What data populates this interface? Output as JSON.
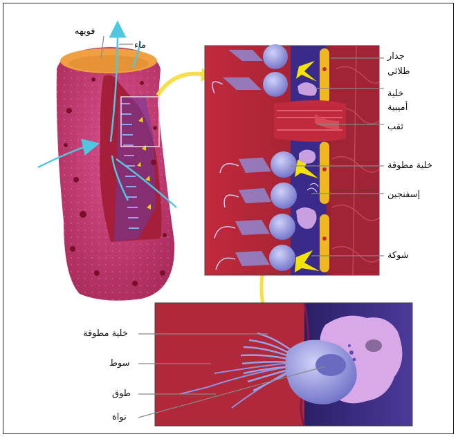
{
  "labels": {
    "osculum": "فويهه",
    "water": "ماء",
    "epithelial_wall_line1": "جدار",
    "epithelial_wall_line2": "طلائي",
    "amoebocyte_line1": "خلية",
    "amoebocyte_line2": "أميبية",
    "pore": "ثقب",
    "collar_cell": "خلية مطوقة",
    "spongin": "إسفنجين",
    "spicule": "شوكة",
    "collar_cell_detail": "خلية مطوقة",
    "flagellum": "سوط",
    "collar": "طوق",
    "nucleus": "نواة"
  },
  "colors": {
    "sponge_body": "#c63a6e",
    "sponge_inner": "#a51f3a",
    "osculum_fill": "#f0a040",
    "water_arrow": "#4ec8e0",
    "callout_arrow": "#f4e04a",
    "panel_bg": "#b0283a",
    "collar_cell": "#8d8fd8",
    "spicule": "#f2e300",
    "epithelial": "#f0b820",
    "mesohyl": "#3a2a8a",
    "amoebocyte": "#c8a0e0"
  }
}
